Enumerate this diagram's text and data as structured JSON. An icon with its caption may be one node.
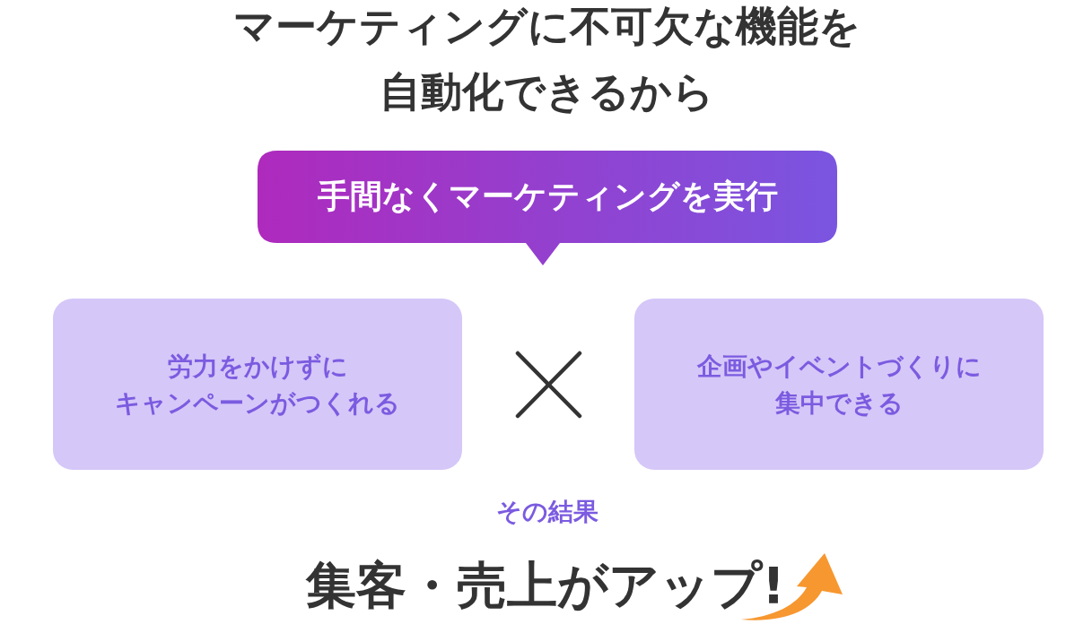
{
  "diagram": {
    "title": "マーケティングに不可欠な機能を自動化できるから",
    "nodes": [
      {
        "text": [
          "手間なくマーケティングを実行"
        ]
      },
      {
        "text": [
          "労力をかけずにキャンペーンがつくれる"
        ]
      },
      {
        "text": [
          "企画やイベントづくりに集中できる"
        ]
      }
    ],
    "labels": [
      "その結果",
      "集客・売上がアップ!"
    ]
  }
}
